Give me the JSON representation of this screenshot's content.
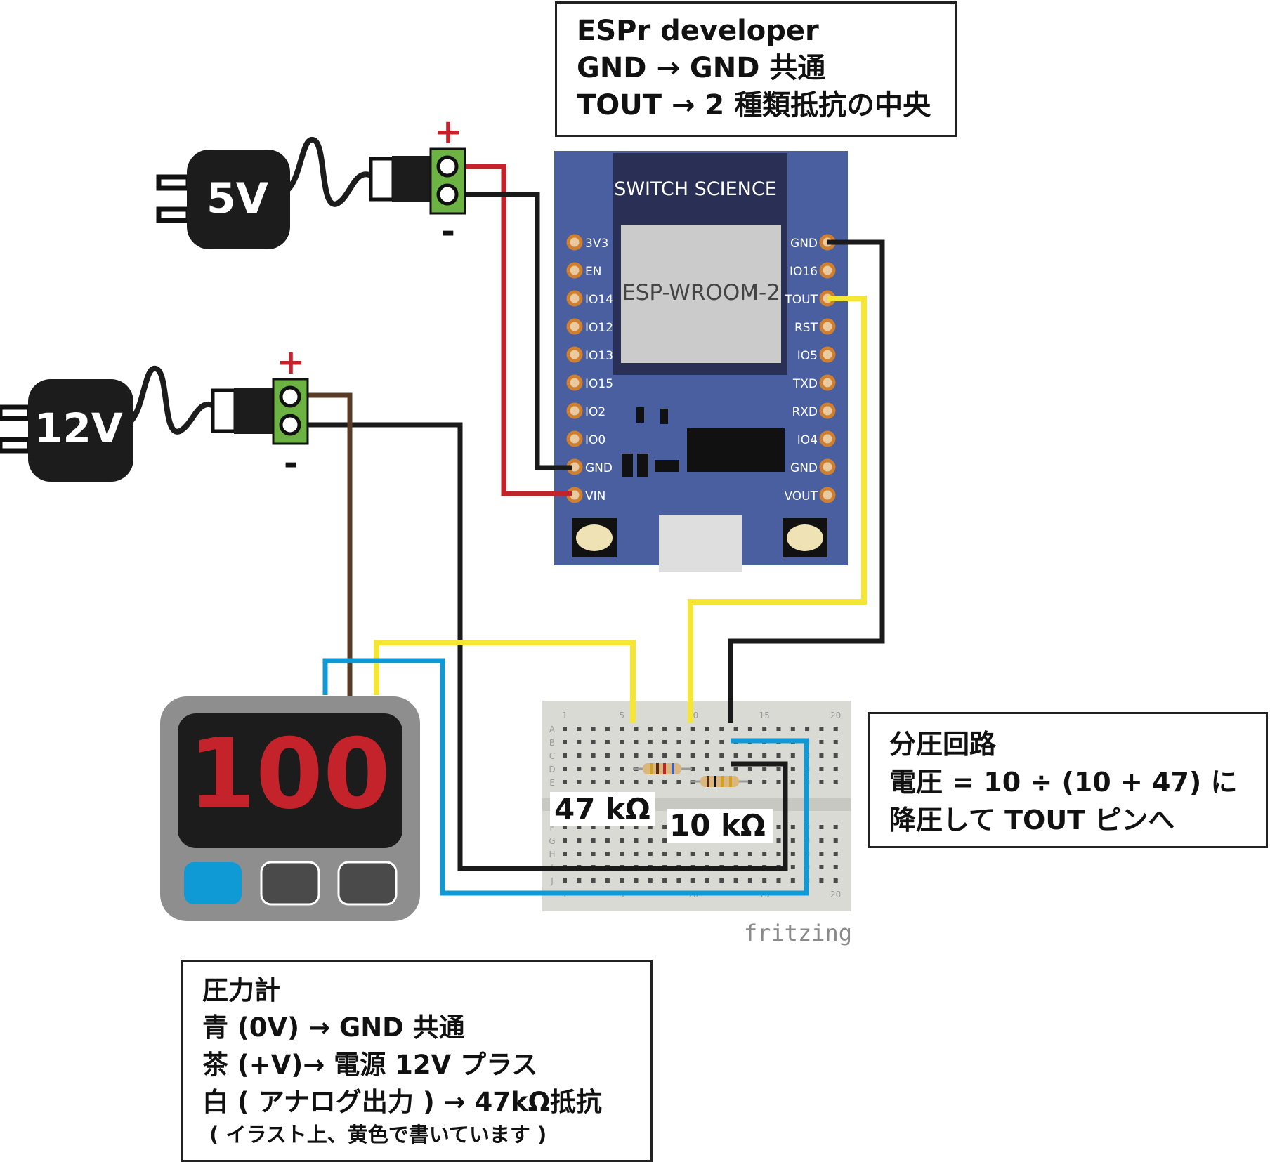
{
  "esp_note": {
    "line1": "ESPr developer",
    "line2": "GND → GND 共通",
    "line3": "TOUT → 2 種類抵抗の中央"
  },
  "divider_note": {
    "line1": "分圧回路",
    "line2": "電圧 = 10 ÷ (10 + 47) に",
    "line3": "降圧して TOUT ピンへ"
  },
  "gauge_note": {
    "line1": "圧力計",
    "line2": "青 (0V) → GND 共通",
    "line3": "茶 (+V)→ 電源 12V プラス",
    "line4": "白 ( アナログ出力 ) → 47kΩ抵抗",
    "line5": "( イラスト上、黄色で書いています )"
  },
  "power_5v": {
    "label": "5V",
    "plus": "+",
    "minus": "-"
  },
  "power_12v": {
    "label": "12V",
    "plus": "+",
    "minus": "-"
  },
  "board": {
    "brand": "SWITCH SCIENCE",
    "module": "ESP-WROOM-2",
    "pins_left": [
      "3V3",
      "EN",
      "IO14",
      "IO12",
      "IO13",
      "IO15",
      "IO2",
      "IO0",
      "GND",
      "VIN"
    ],
    "pins_right": [
      "GND",
      "IO16",
      "TOUT",
      "RST",
      "IO5",
      "TXD",
      "RXD",
      "IO4",
      "GND",
      "VOUT"
    ]
  },
  "breadboard": {
    "col_labels": [
      "1",
      "5",
      "10",
      "15",
      "20"
    ],
    "row_labels_top": [
      "A",
      "B",
      "C",
      "D",
      "E"
    ],
    "row_labels_bottom": [
      "F",
      "G",
      "H",
      "I",
      "J"
    ]
  },
  "resistors": {
    "r1_label": "47 kΩ",
    "r2_label": "10 kΩ"
  },
  "gauge": {
    "display_value": "100"
  },
  "watermark": "fritzing",
  "colors": {
    "wire_red": "#c4232b",
    "wire_black": "#1a1a1a",
    "wire_yellow": "#f5e633",
    "wire_blue": "#0f9ad6",
    "wire_brown": "#5a3c26",
    "board_blue": "#4a5fa0",
    "terminal_green": "#6db344",
    "gauge_red": "#c4232b",
    "pin_copper": "#cf7f2e"
  }
}
